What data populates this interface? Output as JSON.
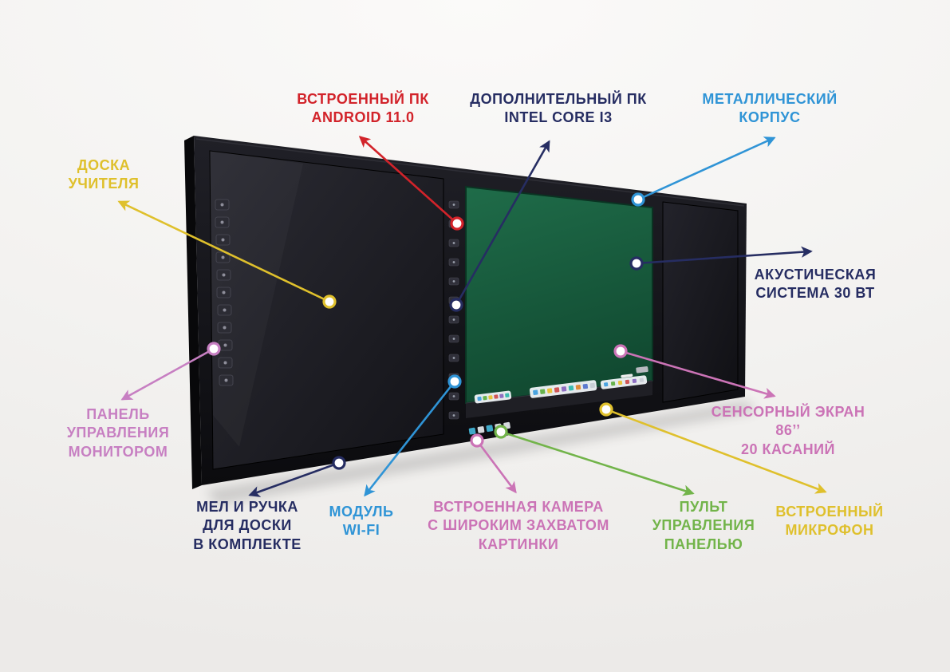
{
  "palette": {
    "red": "#d2232a",
    "navy": "#262d62",
    "blue": "#2f94d6",
    "yellow": "#dfc02c",
    "pink": "#cb73b6",
    "orchid": "#c77fc2",
    "green": "#72b44a",
    "board_bezel": "#121216",
    "screen_dark": "#1b1b21",
    "chalkboard_green": "#1a6044",
    "background": "#f3f2f0"
  },
  "callouts": [
    {
      "id": "built-in-pc",
      "text": "ВСТРОЕННЫЙ ПК\nANDROID 11.0",
      "color": "#d2232a"
    },
    {
      "id": "additional-pc",
      "text": "ДОПОЛНИТЕЛЬНЫЙ ПК\nINTEL CORE I3",
      "color": "#262d62"
    },
    {
      "id": "metal-case",
      "text": "МЕТАЛЛИЧЕСКИЙ\nКОРПУС",
      "color": "#2f94d6"
    },
    {
      "id": "teacher-board",
      "text": "ДОСКА\nУЧИТЕЛЯ",
      "color": "#dfc02c"
    },
    {
      "id": "acoustic-system",
      "text": "АКУСТИЧЕСКАЯ\nСИСТЕМА 30 ВТ",
      "color": "#262d62"
    },
    {
      "id": "monitor-control-panel",
      "text": "ПАНЕЛЬ\nУПРАВЛЕНИЯ\nМОНИТОРОМ",
      "color": "#c77fc2"
    },
    {
      "id": "touch-screen",
      "text": "СЕНСОРНЫЙ ЭКРАН 86’’\n20 КАСАНИЙ",
      "color": "#cb73b6"
    },
    {
      "id": "chalk-and-pen",
      "text": "МЕЛ И РУЧКА\nДЛЯ ДОСКИ\nВ КОМПЛЕКТЕ",
      "color": "#262d62"
    },
    {
      "id": "wifi-module",
      "text": "МОДУЛЬ\nWI-FI",
      "color": "#2f94d6"
    },
    {
      "id": "built-in-camera",
      "text": "ВСТРОЕННАЯ КАМЕРА\nС ШИРОКИМ ЗАХВАТОМ\nКАРТИНКИ",
      "color": "#cb73b6"
    },
    {
      "id": "panel-remote",
      "text": "ПУЛЬТ\nУПРАВЛЕНИЯ\nПАНЕЛЬЮ",
      "color": "#72b44a"
    },
    {
      "id": "built-in-mic",
      "text": "ВСТРОЕННЫЙ\nМИКРОФОН",
      "color": "#dfc02c"
    }
  ]
}
